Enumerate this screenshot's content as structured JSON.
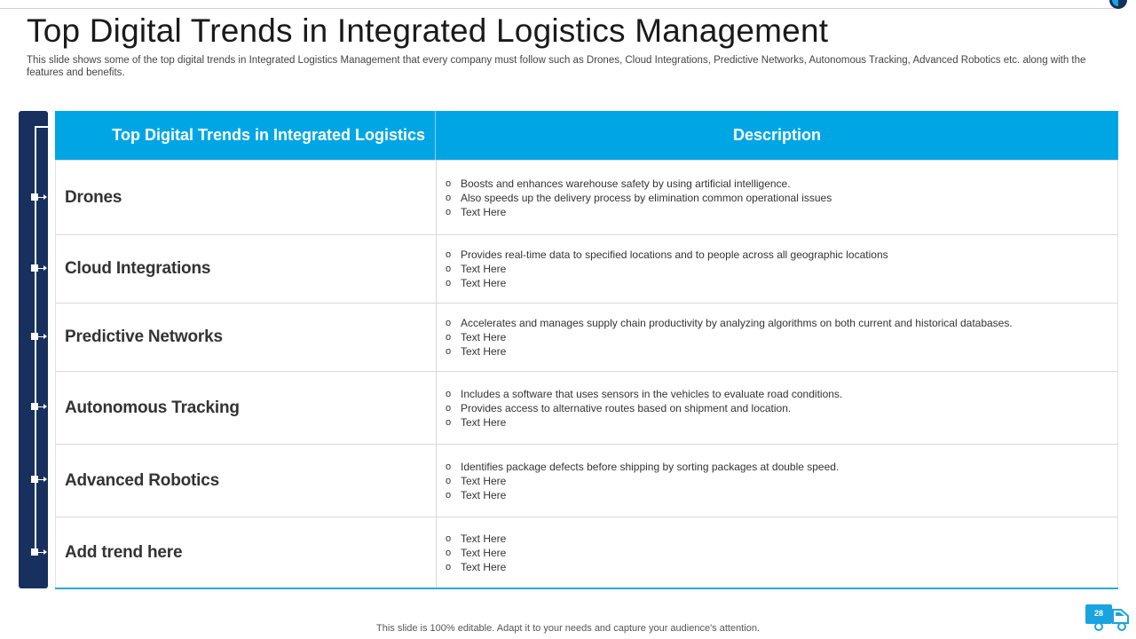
{
  "slide": {
    "title": "Top Digital Trends in Integrated Logistics Management",
    "subtitle": "This slide shows some of the top digital trends in Integrated Logistics Management that every company must follow such as Drones, Cloud Integrations, Predictive Networks, Autonomous Tracking, Advanced Robotics etc. along with the features and benefits.",
    "footer": "This slide is 100% editable. Adapt it to your needs and capture your audience's attention.",
    "page_number": "28"
  },
  "table": {
    "headers": [
      "Top Digital Trends in Integrated Logistics",
      "Description"
    ],
    "rows": [
      {
        "trend": "Drones",
        "points": [
          "Boosts and enhances warehouse safety by using artificial intelligence.",
          "Also speeds up the delivery  process by elimination  common operational  issues",
          "Text Here"
        ]
      },
      {
        "trend": "Cloud Integrations",
        "points": [
          "Provides real-time data to specified locations and to people across all geographic locations",
          "Text Here",
          "Text Here"
        ]
      },
      {
        "trend": "Predictive Networks",
        "points": [
          "Accelerates and manages supply chain productivity  by analyzing algorithms on both current and historical databases.",
          "Text Here",
          "Text Here"
        ]
      },
      {
        "trend": "Autonomous Tracking",
        "points": [
          "Includes a software that uses sensors in the vehicles to evaluate road conditions.",
          "Provides access to alternative routes based on shipment and location.",
          "Text Here"
        ]
      },
      {
        "trend": "Advanced Robotics",
        "points": [
          "Identifies package defects before shipping by sorting packages at double speed.",
          "Text Here",
          "Text Here"
        ]
      },
      {
        "trend": "Add trend here",
        "points": [
          "Text Here",
          "Text Here",
          "Text Here"
        ]
      }
    ]
  },
  "icons": {
    "bullet": "o",
    "corner": "circle-corner-icon",
    "delivery": "delivery-truck-icon",
    "timeline_node": "square-node-icon"
  },
  "colors": {
    "header_bg": "#00a6e4",
    "timeline_bg": "#17305e",
    "accent": "#19a3e0",
    "text": "#333333"
  }
}
